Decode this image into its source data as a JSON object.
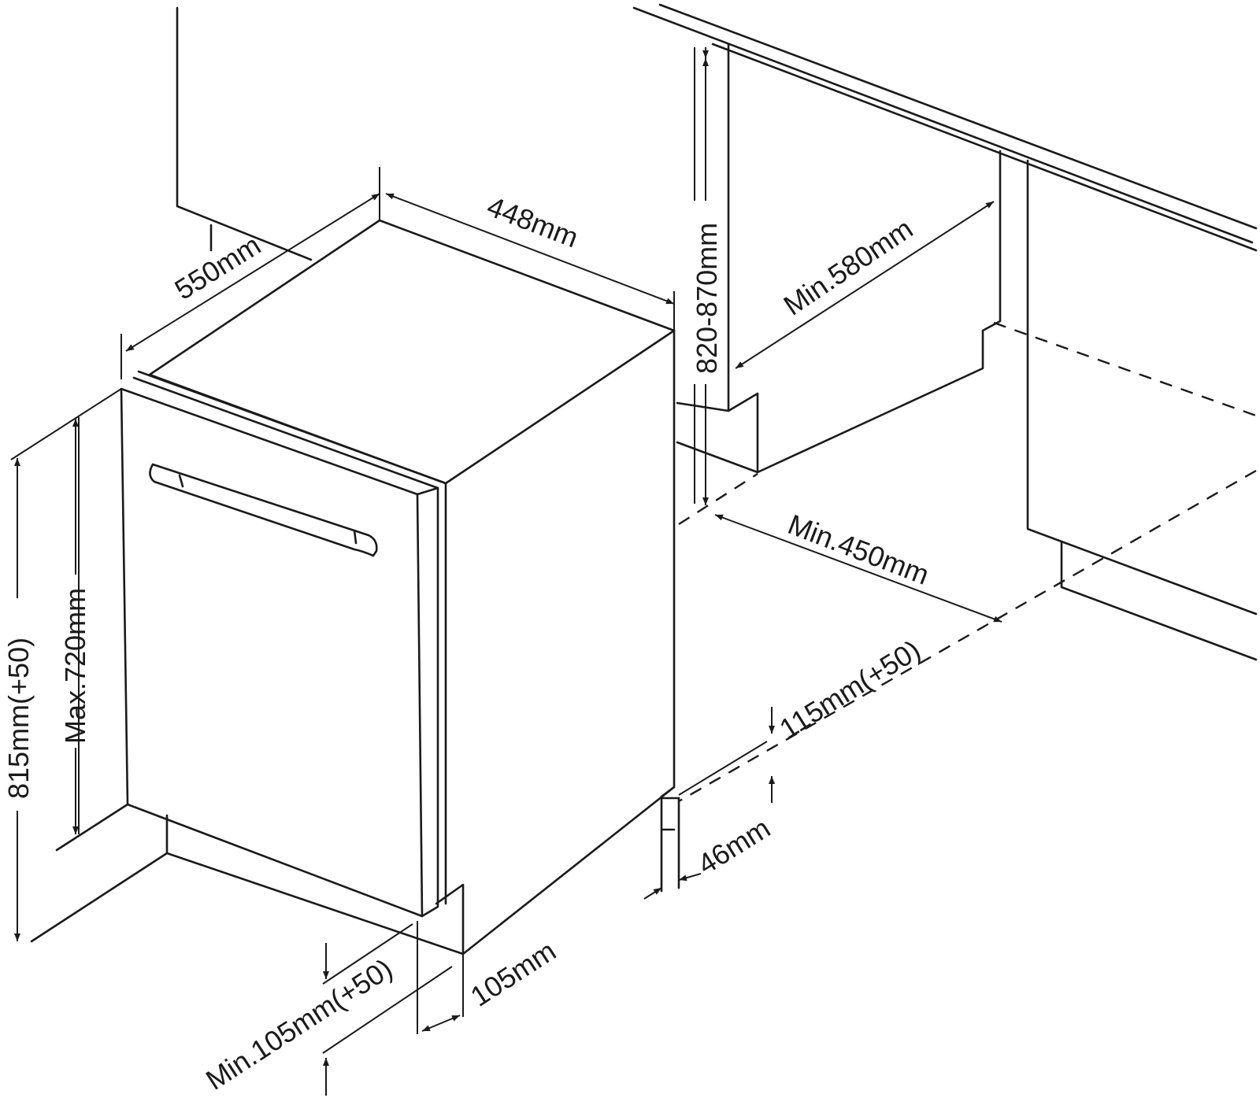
{
  "labels": {
    "depth": "550mm",
    "width": "448mm",
    "niche_height": "820-870mm",
    "niche_depth": "Min.580mm",
    "niche_width": "Min.450mm",
    "total_height": "815mm(+50)",
    "door_height": "Max.720mm",
    "plinth_height": "115mm(+50)",
    "plinth_gap": "46mm",
    "front_plinth": "Min.105mm(+50)",
    "base_offset": "105mm"
  }
}
